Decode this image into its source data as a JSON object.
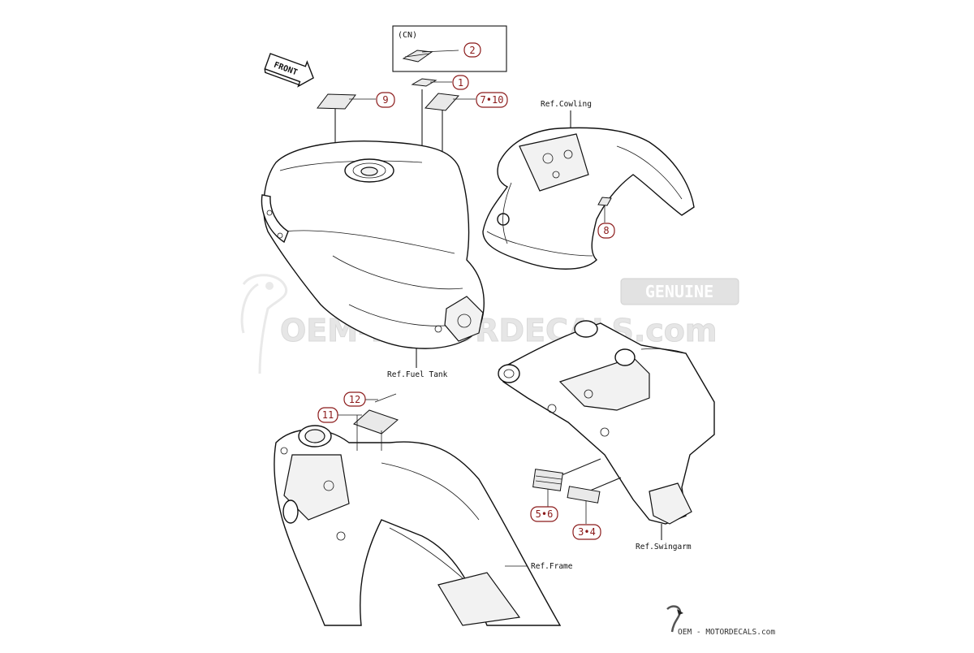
{
  "watermark": {
    "main": "OEM-MOTORDECALS.com",
    "badge": "GENUINE"
  },
  "front_arrow": {
    "label": "FRONT"
  },
  "cn_box": {
    "label": "(CN)"
  },
  "callouts": [
    {
      "id": "c2",
      "label": "2"
    },
    {
      "id": "c1",
      "label": "1"
    },
    {
      "id": "c9",
      "label": "9"
    },
    {
      "id": "c710",
      "label": "7•10"
    },
    {
      "id": "c8",
      "label": "8"
    },
    {
      "id": "c12",
      "label": "12"
    },
    {
      "id": "c11",
      "label": "11"
    },
    {
      "id": "c56",
      "label": "5•6"
    },
    {
      "id": "c34",
      "label": "3•4"
    }
  ],
  "refs": {
    "cowling": "Ref.Cowling",
    "fuel_tank": "Ref.Fuel Tank",
    "frame": "Ref.Frame",
    "swingarm": "Ref.Swingarm"
  },
  "footer_logo": {
    "text": "OEM - MOTORDECALS.com"
  }
}
